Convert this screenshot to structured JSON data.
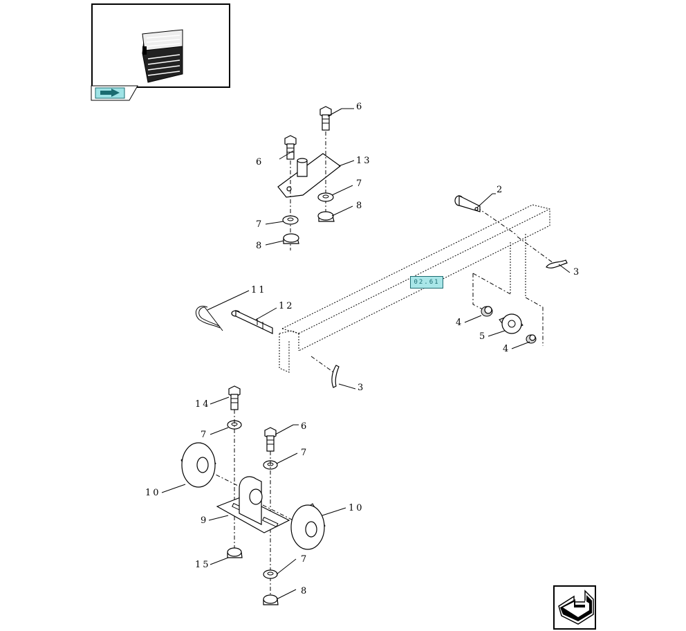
{
  "reference_badge": "02.61",
  "callouts": [
    {
      "id": "c6a",
      "label": "6"
    },
    {
      "id": "c6b",
      "label": "6"
    },
    {
      "id": "c13",
      "label": "13"
    },
    {
      "id": "c7a",
      "label": "7"
    },
    {
      "id": "c8a",
      "label": "8"
    },
    {
      "id": "c7b",
      "label": "7"
    },
    {
      "id": "c8b",
      "label": "8"
    },
    {
      "id": "c2",
      "label": "2"
    },
    {
      "id": "c3a",
      "label": "3"
    },
    {
      "id": "c11",
      "label": "11"
    },
    {
      "id": "c12",
      "label": "12"
    },
    {
      "id": "c4a",
      "label": "4"
    },
    {
      "id": "c5",
      "label": "5"
    },
    {
      "id": "c4b",
      "label": "4"
    },
    {
      "id": "c3b",
      "label": "3"
    },
    {
      "id": "c14",
      "label": "14"
    },
    {
      "id": "c7c",
      "label": "7"
    },
    {
      "id": "c6c",
      "label": "6"
    },
    {
      "id": "c7d",
      "label": "7"
    },
    {
      "id": "c10a",
      "label": "10"
    },
    {
      "id": "c10b",
      "label": "10"
    },
    {
      "id": "c9",
      "label": "9"
    },
    {
      "id": "c15",
      "label": "15"
    },
    {
      "id": "c7e",
      "label": "7"
    },
    {
      "id": "c8c",
      "label": "8"
    }
  ],
  "icons": {
    "thumbnail": "machine-thumbnail-icon",
    "thumbnail_nav": "arrow-right-icon",
    "nav_back": "return-arrow-icon"
  },
  "colors": {
    "badge_fill": "#a9e6e8",
    "badge_text": "#1a6b70"
  }
}
